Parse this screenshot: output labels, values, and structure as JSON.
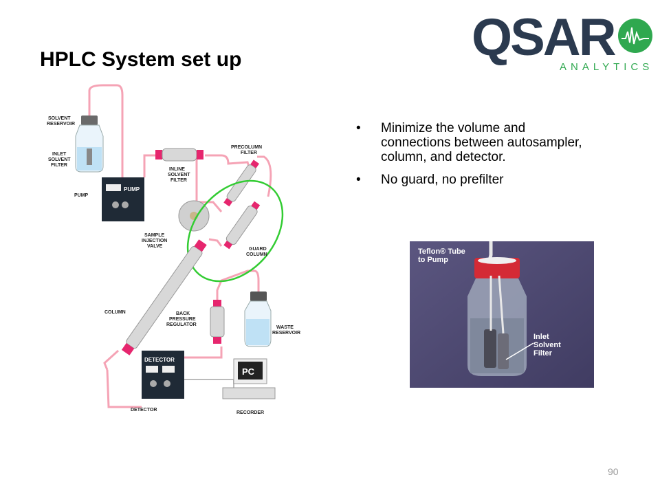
{
  "slide": {
    "title": "HPLC System set up",
    "page_number": "90"
  },
  "logo": {
    "letters": "QSAR",
    "subtitle": "ANALYTICS",
    "brand_navy": "#2b3a4f",
    "brand_green": "#2fa84f"
  },
  "bullets": [
    "Minimize the volume and connections between autosampler, column, and detector.",
    "No guard, no prefilter"
  ],
  "diagram": {
    "solvent_reservoir": [
      "SOLVENT",
      "RESERVOIR"
    ],
    "inlet_filter": [
      "INLET",
      "SOLVENT",
      "FILTER"
    ],
    "pump_label": "PUMP",
    "pump_panel": "PUMP",
    "inline_filter": [
      "INLINE",
      "SOLVENT",
      "FILTER"
    ],
    "precolumn_filter": [
      "PRECOLUMN",
      "FILTER"
    ],
    "injection_valve": [
      "SAMPLE",
      "INJECTION",
      "VALVE"
    ],
    "guard_column": [
      "GUARD",
      "COLUMN"
    ],
    "column": "COLUMN",
    "back_pressure": [
      "BACK",
      "PRESSURE",
      "REGULATOR"
    ],
    "waste": [
      "WASTE",
      "RESERVOIR"
    ],
    "detector_panel": "DETECTOR",
    "detector_label": "DETECTOR",
    "pc": "PC",
    "recorder": "RECORDER",
    "tubing_color": "#f5a3b5",
    "highlight_color": "#33cc33"
  },
  "photo": {
    "caption_top": [
      "Teflon® Tube",
      "to Pump"
    ],
    "caption_filter": [
      "Inlet",
      "Solvent",
      "Filter"
    ]
  }
}
